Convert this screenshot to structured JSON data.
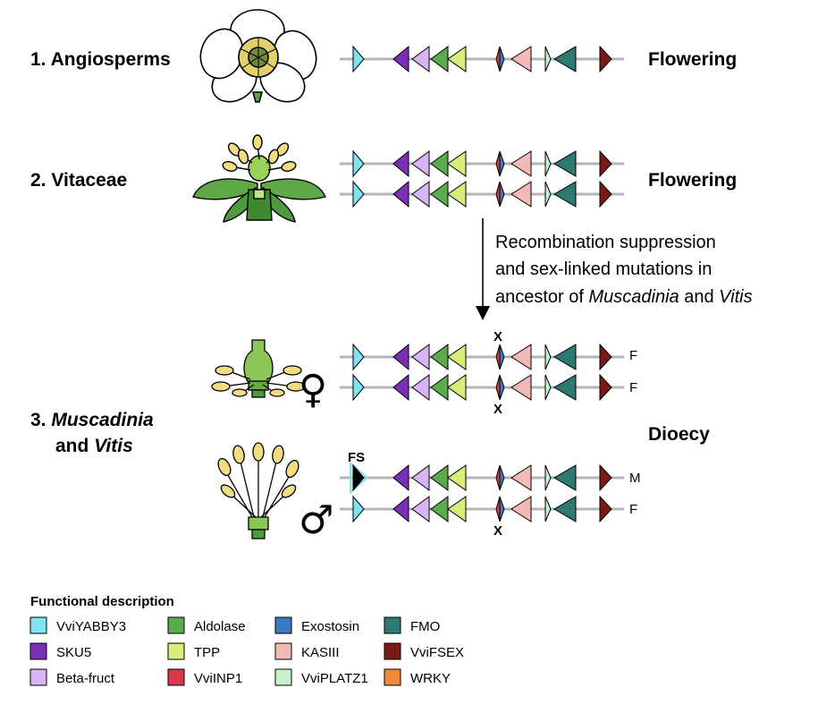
{
  "rows": [
    {
      "number": "1.",
      "name": "Angiosperms",
      "trait": "Flowering"
    },
    {
      "number": "2.",
      "name": "Vitaceae",
      "trait": "Flowering"
    },
    {
      "number": "3.",
      "name_line1": "Muscadinia",
      "name_line2": "and",
      "name_line3": "Vitis",
      "trait": "Dioecy"
    }
  ],
  "arrow_note": {
    "line1": "Recombination suppression",
    "line2": "and sex-linked mutations in",
    "line3_prefix": "ancestor of ",
    "line3_genus1": "Muscadinia",
    "line3_mid": " and ",
    "line3_genus2": "Vitis"
  },
  "chromosome_tags": {
    "female_chr": "F",
    "male_chr": "M"
  },
  "marks": {
    "recombination_x": "X",
    "fs_label": "FS"
  },
  "sex_symbols": {
    "female": "♀",
    "male": "♂"
  },
  "legend": {
    "title": "Functional description",
    "items": [
      {
        "label": "VviYABBY3",
        "color": "#7fe3f0"
      },
      {
        "label": "SKU5",
        "color": "#7b2fb8"
      },
      {
        "label": "Beta-fruct",
        "color": "#d8b4f2"
      },
      {
        "label": "Aldolase",
        "color": "#5aab4e"
      },
      {
        "label": "TPP",
        "color": "#d7ee7a"
      },
      {
        "label": "VviINP1",
        "color": "#d93a4a"
      },
      {
        "label": "Exostosin",
        "color": "#3a78c2"
      },
      {
        "label": "KASIII",
        "color": "#f3b9b6"
      },
      {
        "label": "VviPLATZ1",
        "color": "#c5f2c8"
      },
      {
        "label": "FMO",
        "color": "#2d7a74"
      },
      {
        "label": "VviFSEX",
        "color": "#7a1a14"
      },
      {
        "label": "WRKY",
        "color": "#ef8a3a"
      }
    ]
  }
}
